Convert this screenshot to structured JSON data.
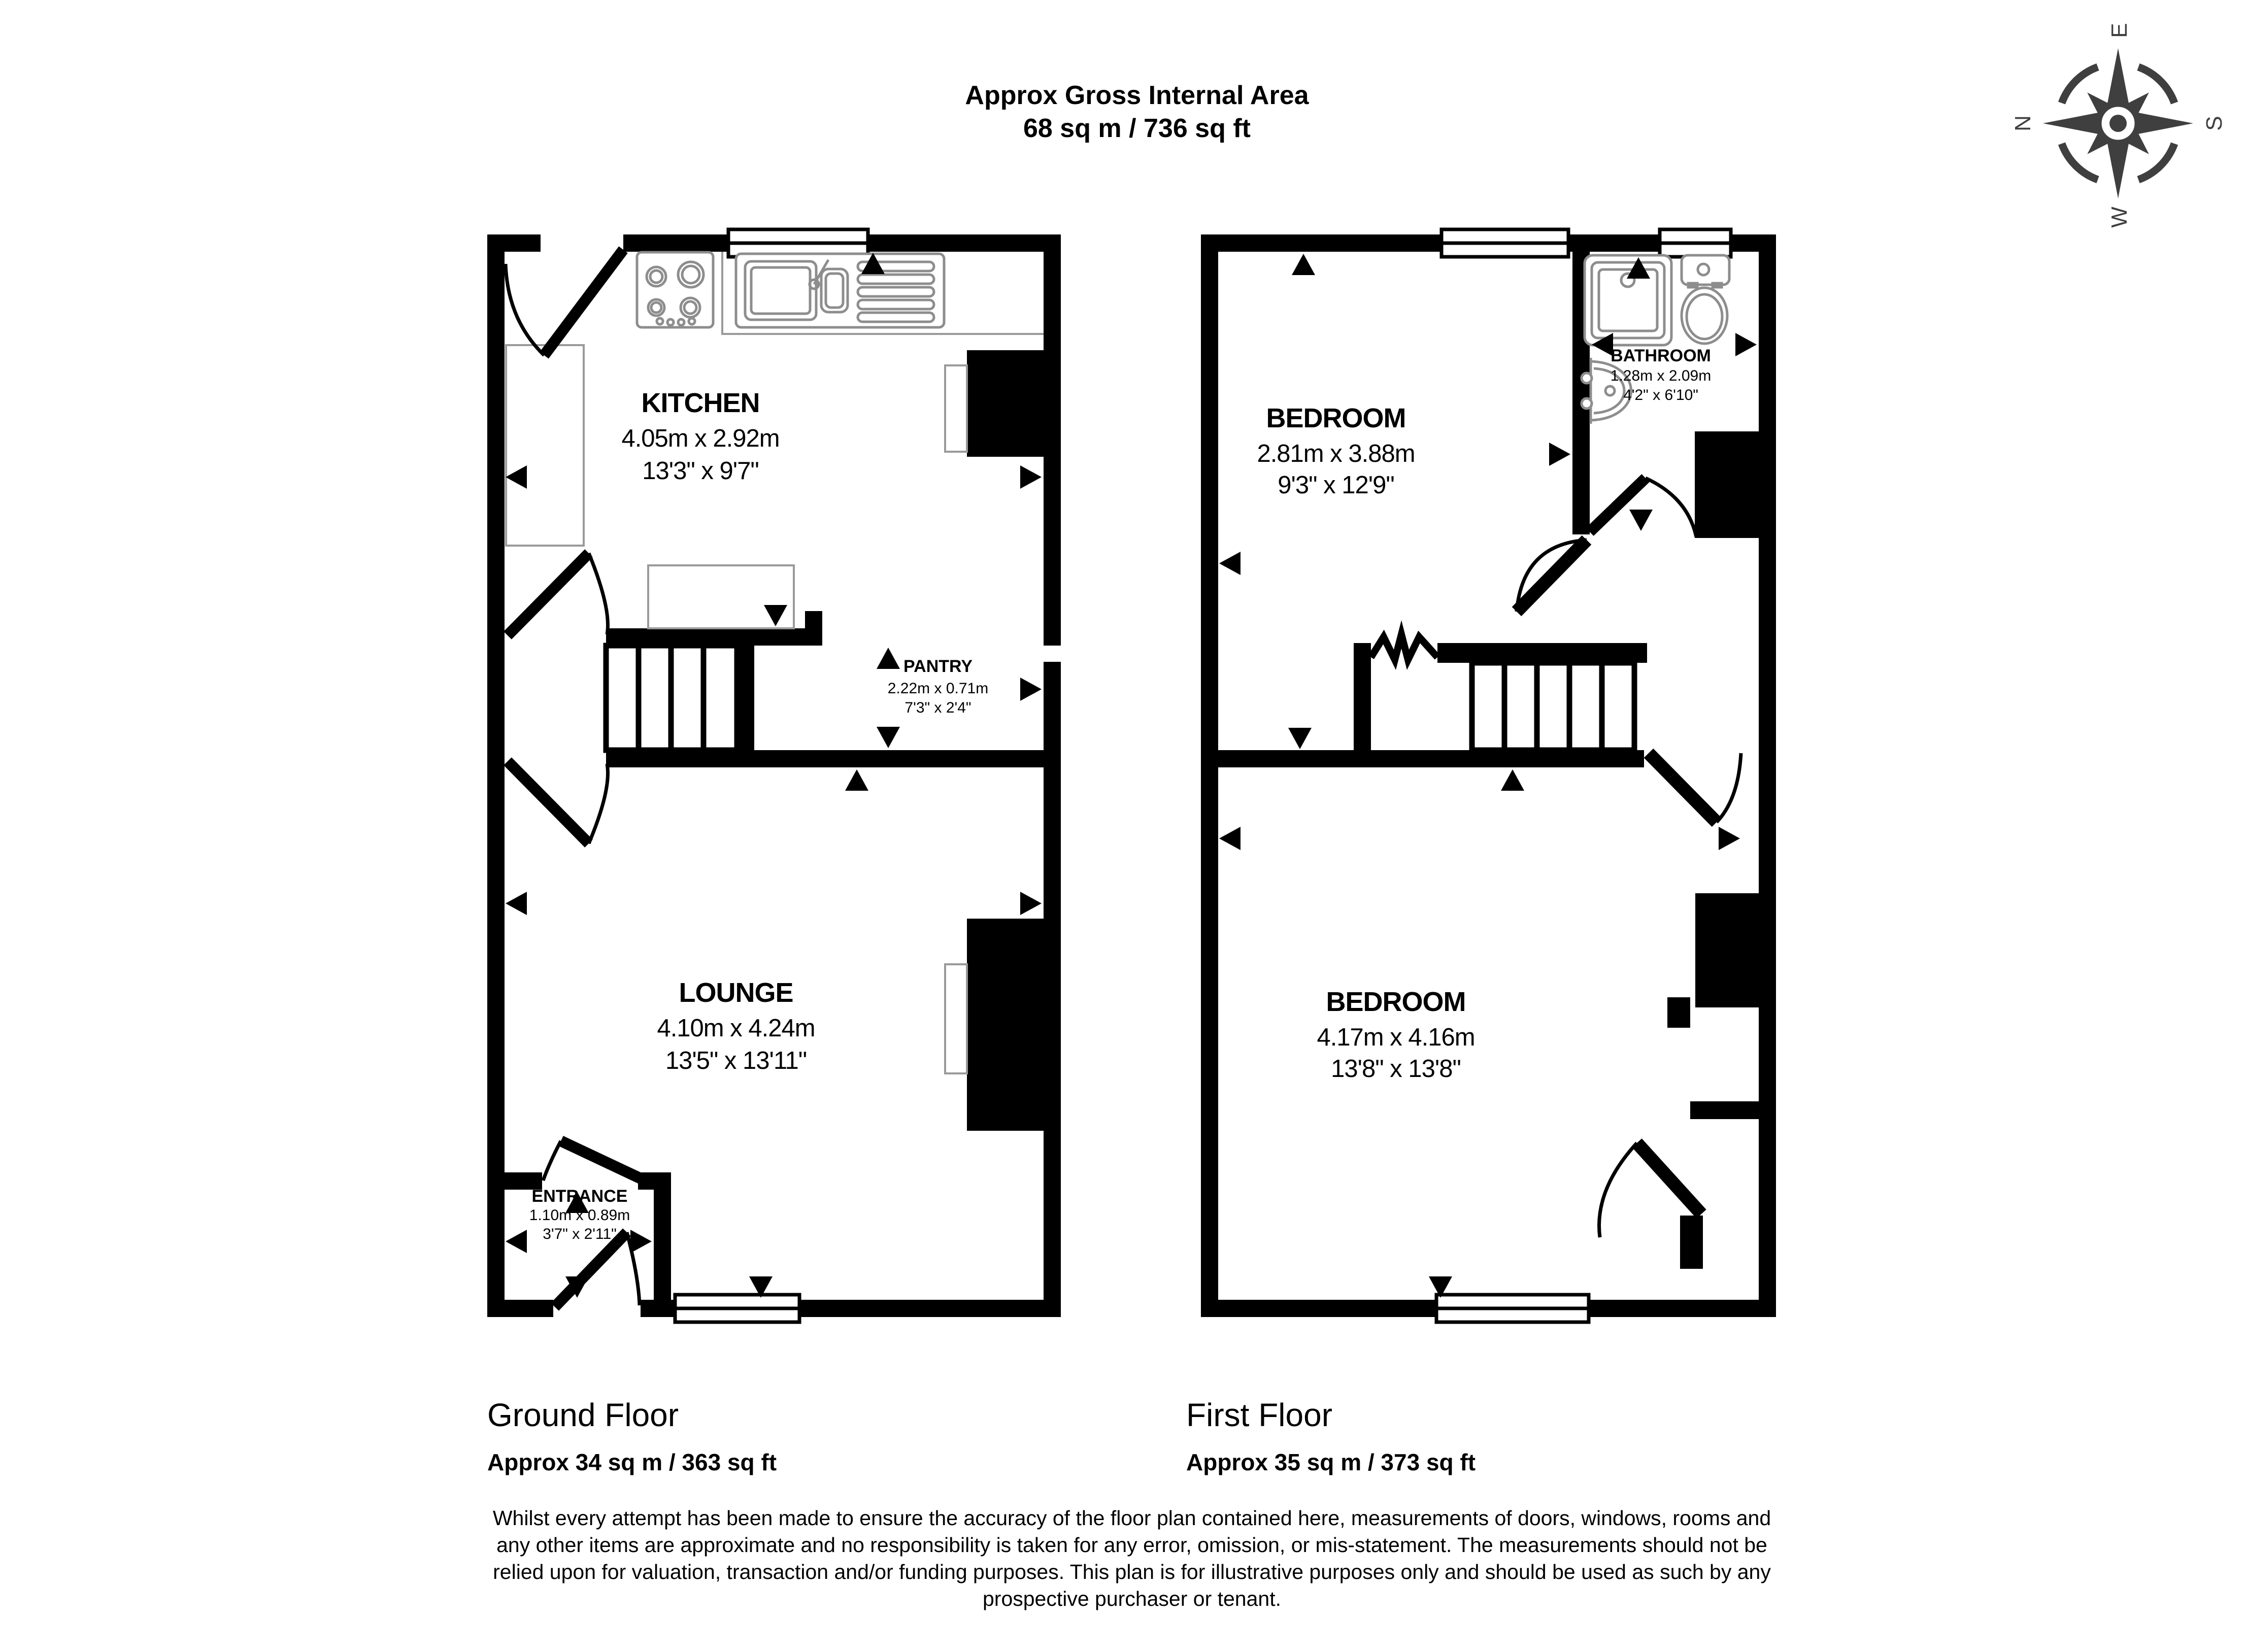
{
  "title": {
    "line1": "Approx Gross Internal Area",
    "line2": "68 sq m / 736 sq ft"
  },
  "compass": {
    "n": "N",
    "e": "E",
    "s": "S",
    "w": "W"
  },
  "ground_floor": {
    "name": "Ground Floor",
    "area": "Approx 34 sq m / 363 sq ft",
    "rooms": {
      "kitchen": {
        "name": "KITCHEN",
        "metric": "4.05m x 2.92m",
        "imperial": "13'3\" x 9'7\""
      },
      "pantry": {
        "name": "PANTRY",
        "metric": "2.22m x 0.71m",
        "imperial": "7'3\" x 2'4\""
      },
      "lounge": {
        "name": "LOUNGE",
        "metric": "4.10m x 4.24m",
        "imperial": "13'5\" x 13'11\""
      },
      "entrance": {
        "name": "ENTRANCE",
        "metric": "1.10m x 0.89m",
        "imperial": "3'7\" x 2'11\""
      }
    }
  },
  "first_floor": {
    "name": "First Floor",
    "area": "Approx 35 sq m / 373 sq ft",
    "rooms": {
      "bedroom1": {
        "name": "BEDROOM",
        "metric": "2.81m x 3.88m",
        "imperial": "9'3\" x 12'9\""
      },
      "bathroom": {
        "name": "BATHROOM",
        "metric": "1.28m x 2.09m",
        "imperial": "4'2\" x 6'10\""
      },
      "bedroom2": {
        "name": "BEDROOM",
        "metric": "4.17m x 4.16m",
        "imperial": "13'8\" x 13'8\""
      }
    }
  },
  "disclaimer": {
    "lines": [
      "Whilst every attempt has been made to ensure the accuracy of the floor plan contained here, measurements of doors, windows, rooms and",
      "any other items are approximate and no responsibility is taken for any error, omission, or mis-statement. The measurements should not be",
      "relied upon for valuation, transaction and/or funding purposes. This plan is for illustrative purposes only and should be used as such by any",
      "prospective purchaser or tenant."
    ]
  }
}
